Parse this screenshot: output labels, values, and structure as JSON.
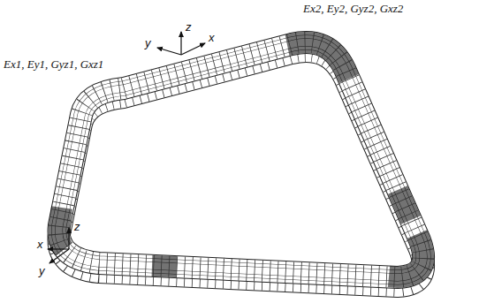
{
  "diagram": {
    "labels": [
      "Ex2, Ey2, Gyz2, Gxz2",
      "y",
      "z",
      "x",
      "Ex1, Ey1, Gyz1, Gxz1",
      "z",
      "x",
      "y"
    ]
  }
}
